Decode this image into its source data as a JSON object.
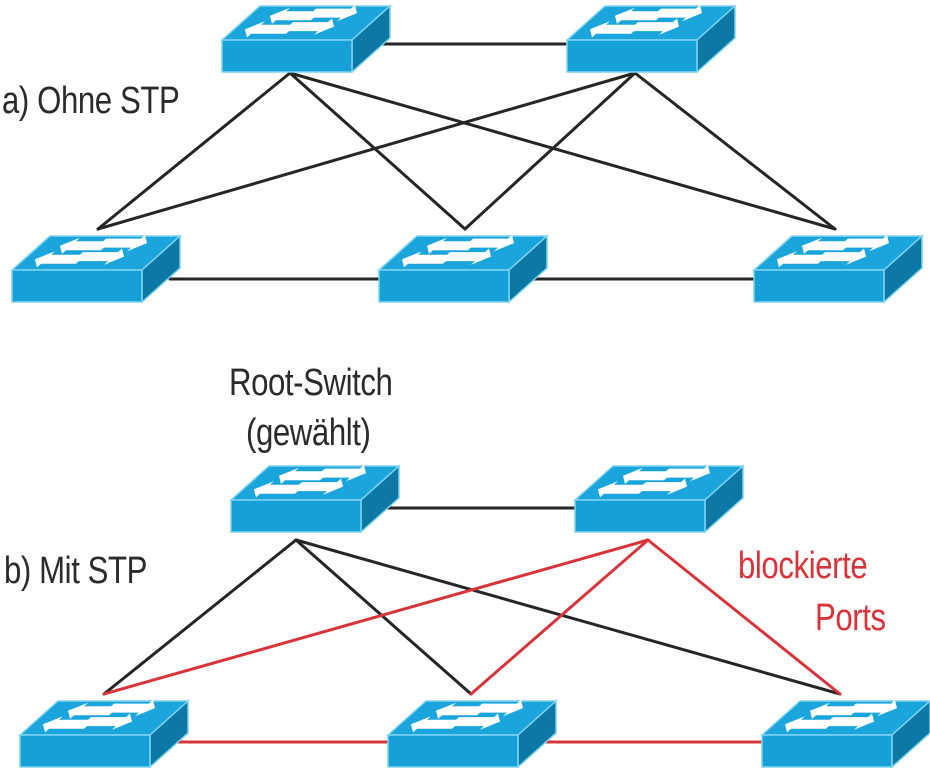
{
  "title_a": "a) Ohne STP",
  "title_b": "b) Mit STP",
  "root_label_line1": "Root-Switch",
  "root_label_line2": "(gewählt)",
  "blocked_label_line1": "blockierte",
  "blocked_label_line2": "Ports",
  "colors": {
    "switch_top": "#1aa6dc",
    "switch_front": "#15a0d8",
    "switch_side": "#0b78a6",
    "switch_edge": "#7fd4f2",
    "link_active": "#262626",
    "link_blocked": "#d9343a",
    "text": "#2b2b2b",
    "text_blocked": "#d9343a"
  },
  "diagrams": [
    {
      "id": "ohne-stp",
      "switches": [
        "top-left",
        "top-right",
        "bottom-left",
        "bottom-middle",
        "bottom-right"
      ],
      "links": [
        {
          "from": "top-left",
          "to": "top-right",
          "state": "active"
        },
        {
          "from": "top-left",
          "to": "bottom-left",
          "state": "active"
        },
        {
          "from": "top-left",
          "to": "bottom-middle",
          "state": "active"
        },
        {
          "from": "top-left",
          "to": "bottom-right",
          "state": "active"
        },
        {
          "from": "top-right",
          "to": "bottom-left",
          "state": "active"
        },
        {
          "from": "top-right",
          "to": "bottom-middle",
          "state": "active"
        },
        {
          "from": "top-right",
          "to": "bottom-right",
          "state": "active"
        },
        {
          "from": "bottom-left",
          "to": "bottom-middle",
          "state": "active"
        },
        {
          "from": "bottom-middle",
          "to": "bottom-right",
          "state": "active"
        }
      ]
    },
    {
      "id": "mit-stp",
      "switches": [
        "top-left",
        "top-right",
        "bottom-left",
        "bottom-middle",
        "bottom-right"
      ],
      "root": "top-left",
      "links": [
        {
          "from": "top-left",
          "to": "top-right",
          "state": "active"
        },
        {
          "from": "top-left",
          "to": "bottom-left",
          "state": "active"
        },
        {
          "from": "top-left",
          "to": "bottom-middle",
          "state": "active"
        },
        {
          "from": "top-left",
          "to": "bottom-right",
          "state": "active"
        },
        {
          "from": "top-right",
          "to": "bottom-left",
          "state": "blocked"
        },
        {
          "from": "top-right",
          "to": "bottom-middle",
          "state": "blocked"
        },
        {
          "from": "top-right",
          "to": "bottom-right",
          "state": "blocked"
        },
        {
          "from": "bottom-left",
          "to": "bottom-middle",
          "state": "blocked"
        },
        {
          "from": "bottom-middle",
          "to": "bottom-right",
          "state": "blocked"
        }
      ]
    }
  ]
}
